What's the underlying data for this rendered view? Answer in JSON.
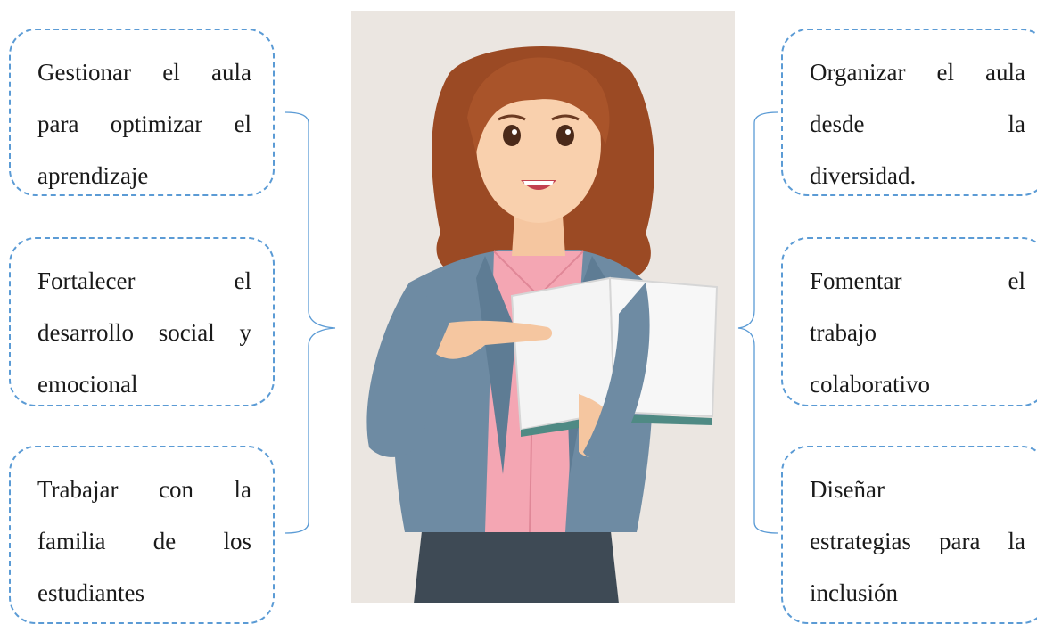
{
  "left_items": [
    {
      "lines": [
        "Gestionar el aula",
        "para optimizar el",
        "aprendizaje"
      ]
    },
    {
      "lines": [
        "Fortalecer el",
        "desarrollo social y",
        "emocional"
      ]
    },
    {
      "lines": [
        "Trabajar con la",
        "familia de los",
        "estudiantes"
      ]
    }
  ],
  "right_items": [
    {
      "lines": [
        "Organizar el aula",
        "desde la",
        "diversidad."
      ]
    },
    {
      "lines": [
        "Fomentar el",
        "trabajo",
        "colaborativo"
      ]
    },
    {
      "lines": [
        "Diseñar",
        "estrategias para la",
        "inclusión"
      ]
    }
  ],
  "colors": {
    "box_border": "#5b9bd5",
    "brace": "#5b9bd5",
    "illustration_bg": "#ebe6e1"
  }
}
